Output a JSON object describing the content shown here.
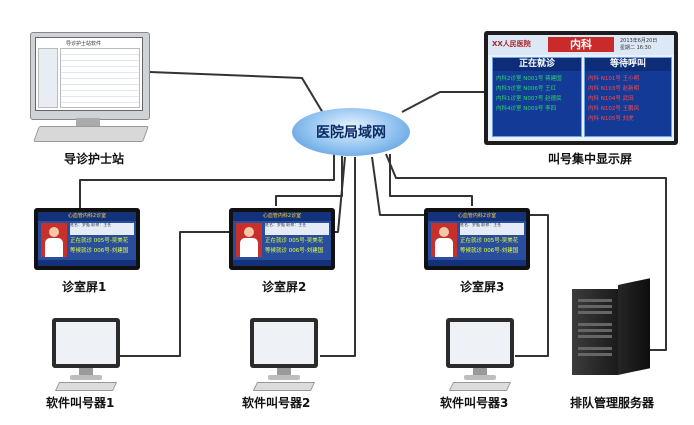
{
  "lan": {
    "label": "医院局域网"
  },
  "nodes": {
    "nurse_station": "导诊护士站",
    "call_display": "叫号集中显示屏",
    "room1": "诊室屏1",
    "room2": "诊室屏2",
    "room3": "诊室屏3",
    "caller1": "软件叫号器1",
    "caller2": "软件叫号器2",
    "caller3": "软件叫号器3",
    "server": "排队管理服务器"
  },
  "station_screen": {
    "title": "导诊护士站软件"
  },
  "big_display": {
    "hospital": "XX人民医院",
    "dept": "内科",
    "date": "2013年6月20日",
    "time": "星期二 16:30",
    "left_header": "正在就诊",
    "right_header": "等待呼叫",
    "in_service": [
      "内科2诊室 N001号 蒋建国",
      "内科3诊室 N006号 王红",
      "内科1诊室 N007号 赵德民",
      "内科4诊室 N009号 李四"
    ],
    "waiting": [
      "内科 N101号  王小明",
      "内科 N103号  赵新明",
      "内科 N104号  武田",
      "内科 N102号  王鹏风",
      "内科 N105号  刘虎"
    ]
  },
  "room_screen": {
    "header": "心血管内科2诊室",
    "name_line": "姓名：罗甄   职称：主任",
    "now_serving": "正在就诊  005号-吴美花",
    "next_waiting": "等候就诊  006号-刘建国"
  },
  "colors": {
    "lan_blue": "#4d8fd6",
    "line": "#333333",
    "panel_blue": "#123a96",
    "in_service_text": "#2fd86a",
    "waiting_text": "#ff4a4a"
  }
}
